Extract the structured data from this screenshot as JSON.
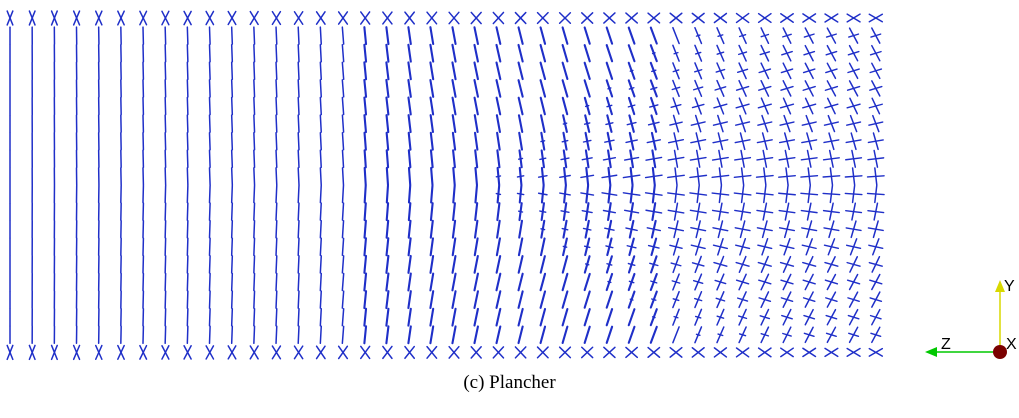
{
  "caption": "(c) Plancher",
  "axes": {
    "y_label": "Y",
    "z_label": "Z",
    "x_label": "X",
    "y_color": "#d8d800",
    "z_color": "#00c800",
    "origin_color": "#7a0000",
    "label_color": "#000000"
  },
  "glyph_color": "#1f2fc8"
}
